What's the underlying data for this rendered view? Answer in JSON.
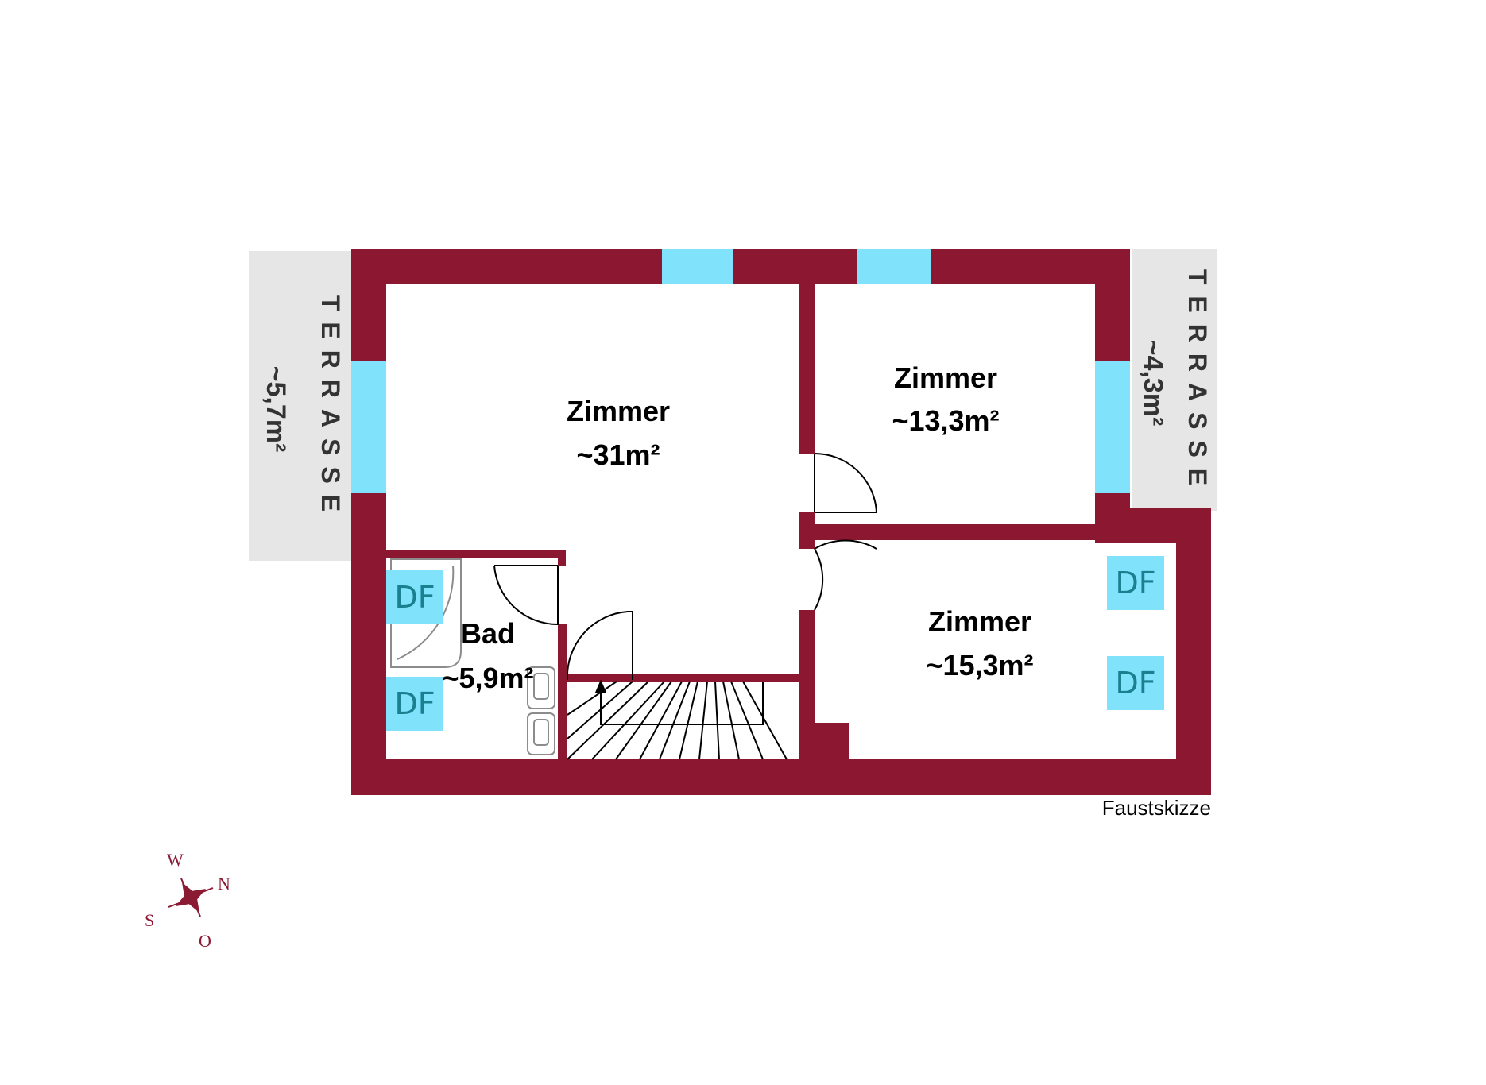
{
  "colors": {
    "wall": "#8b1730",
    "window": "#80e2fb",
    "terrace": "#e6e6e6",
    "df_text": "#1a7f8e",
    "compass": "#8b1a33"
  },
  "rooms": [
    {
      "name": "Zimmer",
      "area": "~31m²"
    },
    {
      "name": "Zimmer",
      "area": "~13,3m²"
    },
    {
      "name": "Zimmer",
      "area": "~15,3m²"
    },
    {
      "name": "Bad",
      "area": "~5,9m²"
    }
  ],
  "terraces": [
    {
      "name": "TERRASSE",
      "area": "~5,7m²"
    },
    {
      "name": "TERRASSE",
      "area": "~4,3m²"
    }
  ],
  "skylight_label": "DF",
  "note": "Faustskizze",
  "compass": {
    "north": "N",
    "east": "O",
    "south": "S",
    "west": "W"
  }
}
